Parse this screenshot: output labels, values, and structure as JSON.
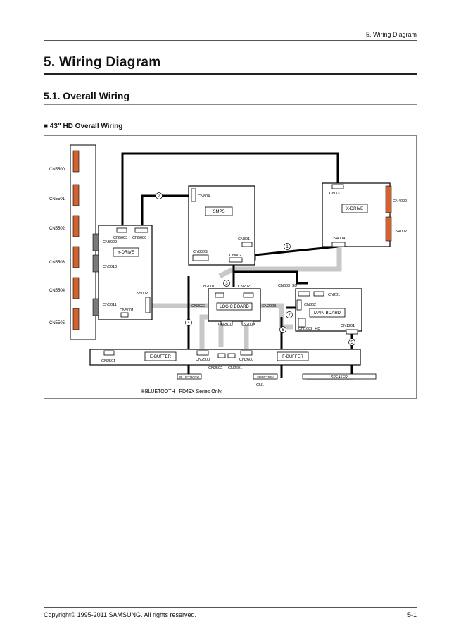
{
  "header": {
    "section": "5.  Wiring Diagram"
  },
  "title": "5.  Wiring Diagram",
  "subtitle": "5.1.   Overall Wiring",
  "heading": "■ 43\" HD Overall Wiring",
  "diagram": {
    "boards": {
      "smps": "SMPS",
      "xdrive": "X-DRIVE",
      "ydrive": "Y-DRIVE",
      "logic": "LOGIC BOARD",
      "main": "MAIN BOARD",
      "ebuffer": "E-BUFFER",
      "fbuffer": "F-BUFFER",
      "speaker": "SPEAKER",
      "bluetooth": "BLUETOOTH",
      "function": "FUNCTION"
    },
    "connectors": {
      "cn5500": "CN5500",
      "cn5501": "CN5501",
      "cn5502": "CN5502",
      "cn5503": "CN5503",
      "cn5504": "CN5504",
      "cn5505": "CN5505",
      "cn804": "CN804",
      "cn801": "CN801",
      "cn800s": "CN800S",
      "cn802": "CN802",
      "cnxx": "CNXX",
      "cn4000": "CN4000",
      "cn4002": "CN4002",
      "cn4004": "CN4004",
      "cn5003": "CN5003",
      "cn5000": "CN5000",
      "cn5009": "CN5009",
      "cn5010": "CN5010",
      "cn5002": "CN5002",
      "cn5011": "CN5011",
      "cn5001": "CN5001",
      "cn2001": "CN2001",
      "cn2021": "CN2021",
      "cn603_3d": "CN603_3D",
      "cn201": "CN201",
      "cn2022": "CN2022",
      "cn2023": "CN2023",
      "cn302": "CN302",
      "cn2010": "CN2010",
      "cn2009": "CN2009",
      "cn1602_hd": "CN1602_HD",
      "cn1201": "CN1201",
      "cn2501": "CN2501",
      "cn2500": "CN2500",
      "cn2600": "CN2600",
      "cn2502": "CN2502",
      "cn2601": "CN2601",
      "cn1": "CN1"
    },
    "markers": [
      "1",
      "2",
      "3",
      "4",
      "5",
      "6",
      "7"
    ],
    "note": "※BLUETOOTH : PD49X Series Only."
  },
  "footer": {
    "copyright": "Copyright© 1995-2011 SAMSUNG. All rights reserved.",
    "page": "5-1"
  },
  "colors": {
    "orange": "#d4622e",
    "grey_conn": "#7a7a7a",
    "cable_grey": "#c8c8c8",
    "wire": "#000000"
  }
}
